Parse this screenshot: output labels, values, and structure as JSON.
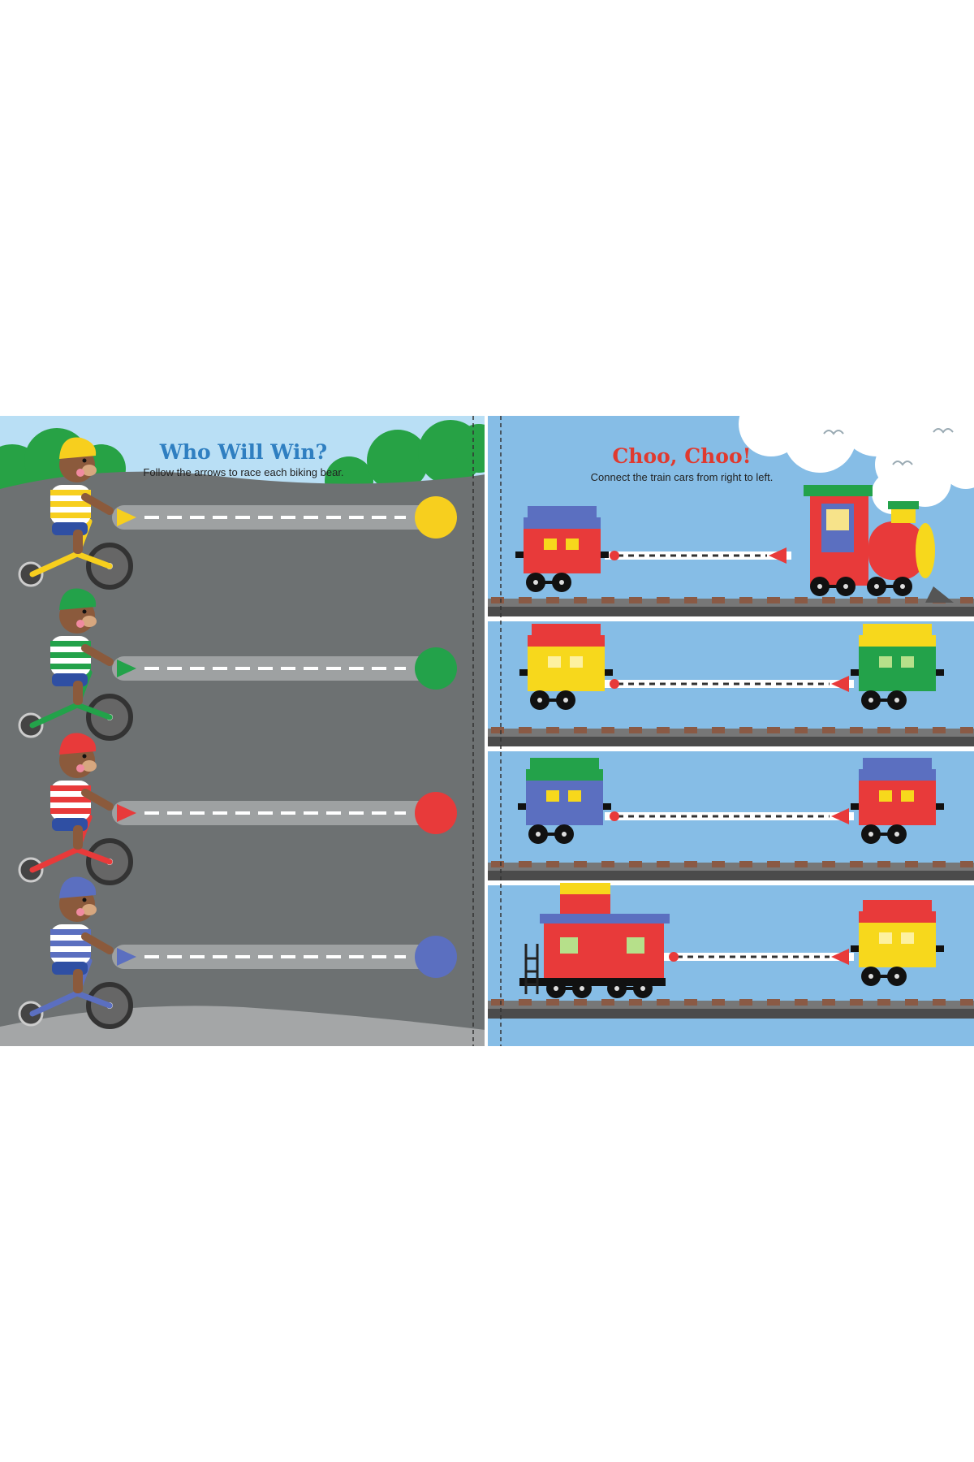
{
  "left_page": {
    "title": "Who Will Win?",
    "subtitle": "Follow the arrows to race each biking bear.",
    "racers": [
      {
        "color_name": "yellow",
        "color": "#f7cf1e"
      },
      {
        "color_name": "green",
        "color": "#23a24a"
      },
      {
        "color_name": "red",
        "color": "#e83a3a"
      },
      {
        "color_name": "blue",
        "color": "#5b6fc0"
      }
    ]
  },
  "right_page": {
    "title": "Choo, Choo!",
    "subtitle": "Connect the train cars from right to left."
  },
  "colors": {
    "sky": "#b9dff5",
    "road": "#6d7172",
    "lane": "#9ea1a2",
    "train_sky": "#86bde6",
    "track": "#5a5a5a",
    "tie": "#8a5a45",
    "grass": "#27a245",
    "red": "#e83a3a",
    "yellow": "#f7d81c",
    "blue": "#5b6fc0",
    "green": "#23a24a"
  }
}
